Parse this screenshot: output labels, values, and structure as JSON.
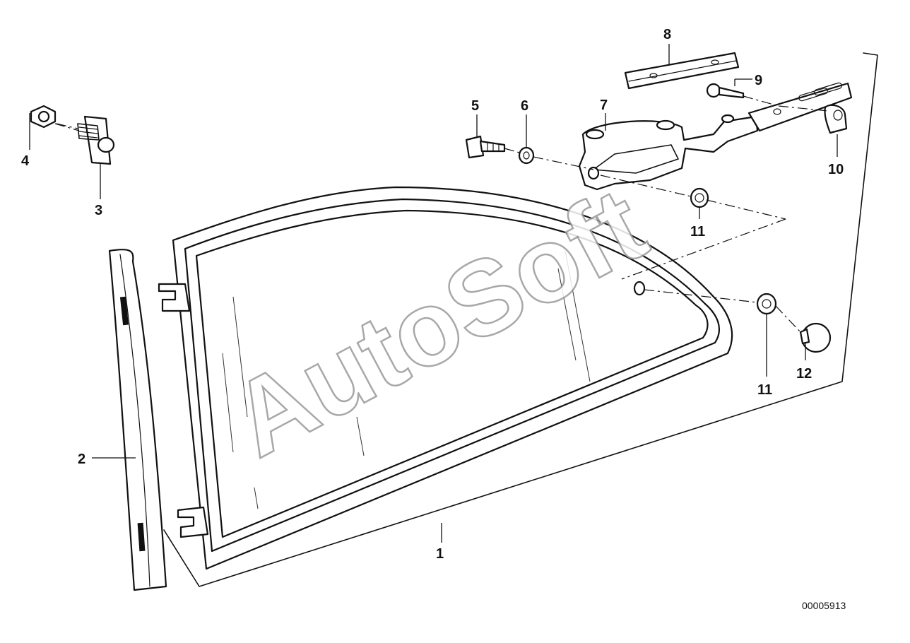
{
  "diagram": {
    "watermark": "AutoSoft",
    "document_number": "00005913",
    "callouts": [
      "1",
      "2",
      "3",
      "4",
      "5",
      "6",
      "7",
      "8",
      "9",
      "10",
      "11",
      "11",
      "12"
    ]
  }
}
